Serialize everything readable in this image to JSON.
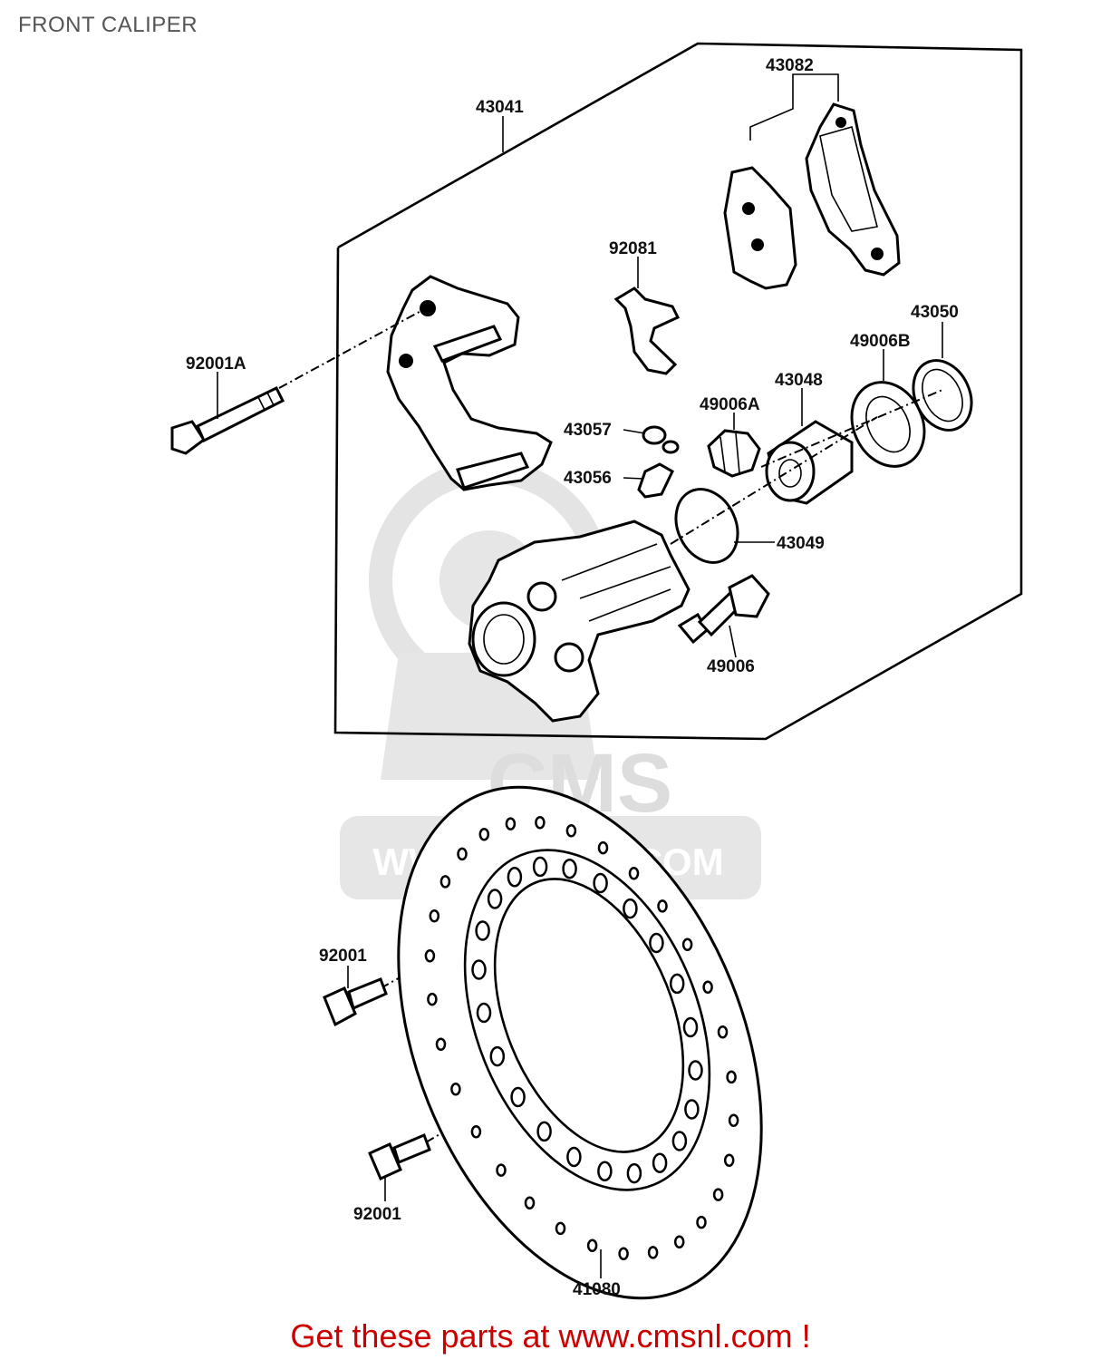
{
  "page": {
    "title": "FRONT CALIPER",
    "promo": "Get these parts at www.cmsnl.com !"
  },
  "watermark": {
    "brand": "CMS",
    "url": "WWW.CMSNL.COM"
  },
  "parts": {
    "caliper_assembly": "43041",
    "pad_set": "43082",
    "spring": "92081",
    "bolt_a": "92001A",
    "boot_b": "49006B",
    "seal_ring": "43050",
    "piston": "43048",
    "boot_a": "49006A",
    "cap": "43057",
    "bleed_valve": "43056",
    "piston_seal": "43049",
    "pin": "49006",
    "bolt_upper": "92001",
    "bolt_lower": "92001",
    "disc": "41080"
  },
  "colors": {
    "promo": "#cc0000",
    "title": "#555555",
    "watermark": "#e0e0e0"
  }
}
